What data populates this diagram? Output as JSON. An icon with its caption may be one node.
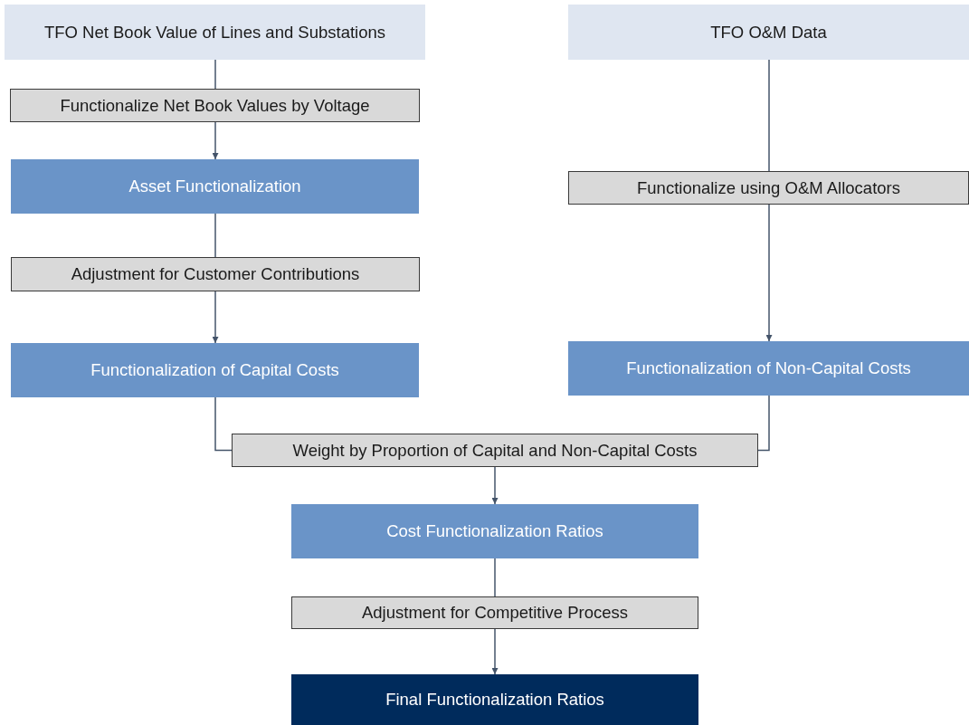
{
  "diagram": {
    "nodes": [
      {
        "text": [
          "TFO Net Book Value of Lines and Substations"
        ]
      },
      {
        "text": [
          "Functionalize Net Book Values by Voltage"
        ]
      },
      {
        "text": [
          "Asset Functionalization"
        ]
      },
      {
        "text": [
          "Adjustment for Customer Contributions"
        ]
      },
      {
        "text": [
          "Functionalization of Capital Costs"
        ]
      },
      {
        "text": [
          "TFO O&M Data"
        ]
      },
      {
        "text": [
          "Functionalize using O&M Allocators"
        ]
      },
      {
        "text": [
          "Functionalization of Non-Capital Costs"
        ]
      },
      {
        "text": [
          "Weight by Proportion of Capital and Non-Capital Costs"
        ]
      },
      {
        "text": [
          "Cost Functionalization Ratios"
        ]
      },
      {
        "text": [
          "Adjustment for Competitive Process"
        ]
      },
      {
        "text": [
          "Final Functionalization Ratios"
        ]
      }
    ],
    "edges": [
      {
        "from": 0,
        "to": 1,
        "arrow": "none"
      },
      {
        "from": 1,
        "to": 2,
        "arrow": "to"
      },
      {
        "from": 2,
        "to": 3,
        "arrow": "none"
      },
      {
        "from": 3,
        "to": 4,
        "arrow": "to"
      },
      {
        "from": 5,
        "to": 6,
        "arrow": "none"
      },
      {
        "from": 6,
        "to": 7,
        "arrow": "to"
      },
      {
        "from": 4,
        "to": 8,
        "arrow": "none"
      },
      {
        "from": 7,
        "to": 8,
        "arrow": "none"
      },
      {
        "from": 8,
        "to": 9,
        "arrow": "to"
      },
      {
        "from": 9,
        "to": 10,
        "arrow": "none"
      },
      {
        "from": 10,
        "to": 11,
        "arrow": "to"
      }
    ]
  }
}
